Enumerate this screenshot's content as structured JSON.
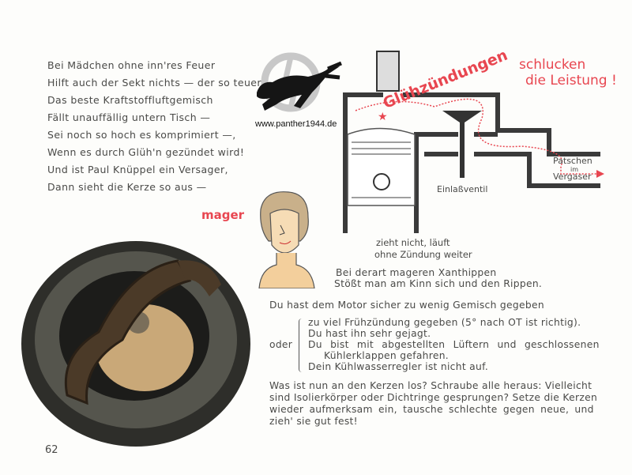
{
  "poem": [
    "Bei Mädchen ohne inn'res Feuer",
    "Hilft auch der Sekt nichts — der so teuer.",
    "Das beste Kraftstoffluftgemisch",
    "Fällt unauffällig untern Tisch —",
    "Sei noch so hoch es komprimiert —,",
    "Wenn es durch Glüh'n gezündet wird!",
    "Und ist Paul Knüppel ein Versager,",
    "Dann sieht die Kerze so aus —"
  ],
  "watermark": "www.panther1944.de",
  "mager_label": "mager",
  "diagram": {
    "title_bold": "Glühzündungen",
    "title_rest_1": "schlucken",
    "title_rest_2": "die Leistung !",
    "patschen_1": "Patschen",
    "patschen_2": "im",
    "patschen_3": "Vergaser",
    "valve_label": "Einlaßventil",
    "piston_note_1": "zieht nicht, läuft",
    "piston_note_2": "ohne Zündung weiter"
  },
  "couplet": [
    "Bei derart mageren Xanthippen",
    "Stößt man am Kinn sich und den Rippen."
  ],
  "cause_main": "Du hast dem Motor sicher zu wenig Gemisch gegeben",
  "oder_label": "oder",
  "causes": [
    "zu viel Frühzündung gegeben (5° nach OT ist richtig).",
    "Du hast ihn sehr gejagt.",
    "Du bist mit abgestellten Lüftern und geschlossenen",
    "Kühlerklappen gefahren.",
    "Dein Kühlwasserregler ist nicht auf."
  ],
  "final_paragraph": [
    "Was ist nun an den Kerzen los? Schraube alle heraus: Vielleicht",
    "sind Isolierkörper oder Dichtringe gesprungen? Setze die Kerzen",
    "wieder aufmerksam ein, tausche schlechte gegen neue, und",
    "zieh' sie gut fest!"
  ],
  "page_number": "62",
  "colors": {
    "red": "#e84650",
    "text": "#4a4a48",
    "diagram": "#3a3a3a"
  }
}
